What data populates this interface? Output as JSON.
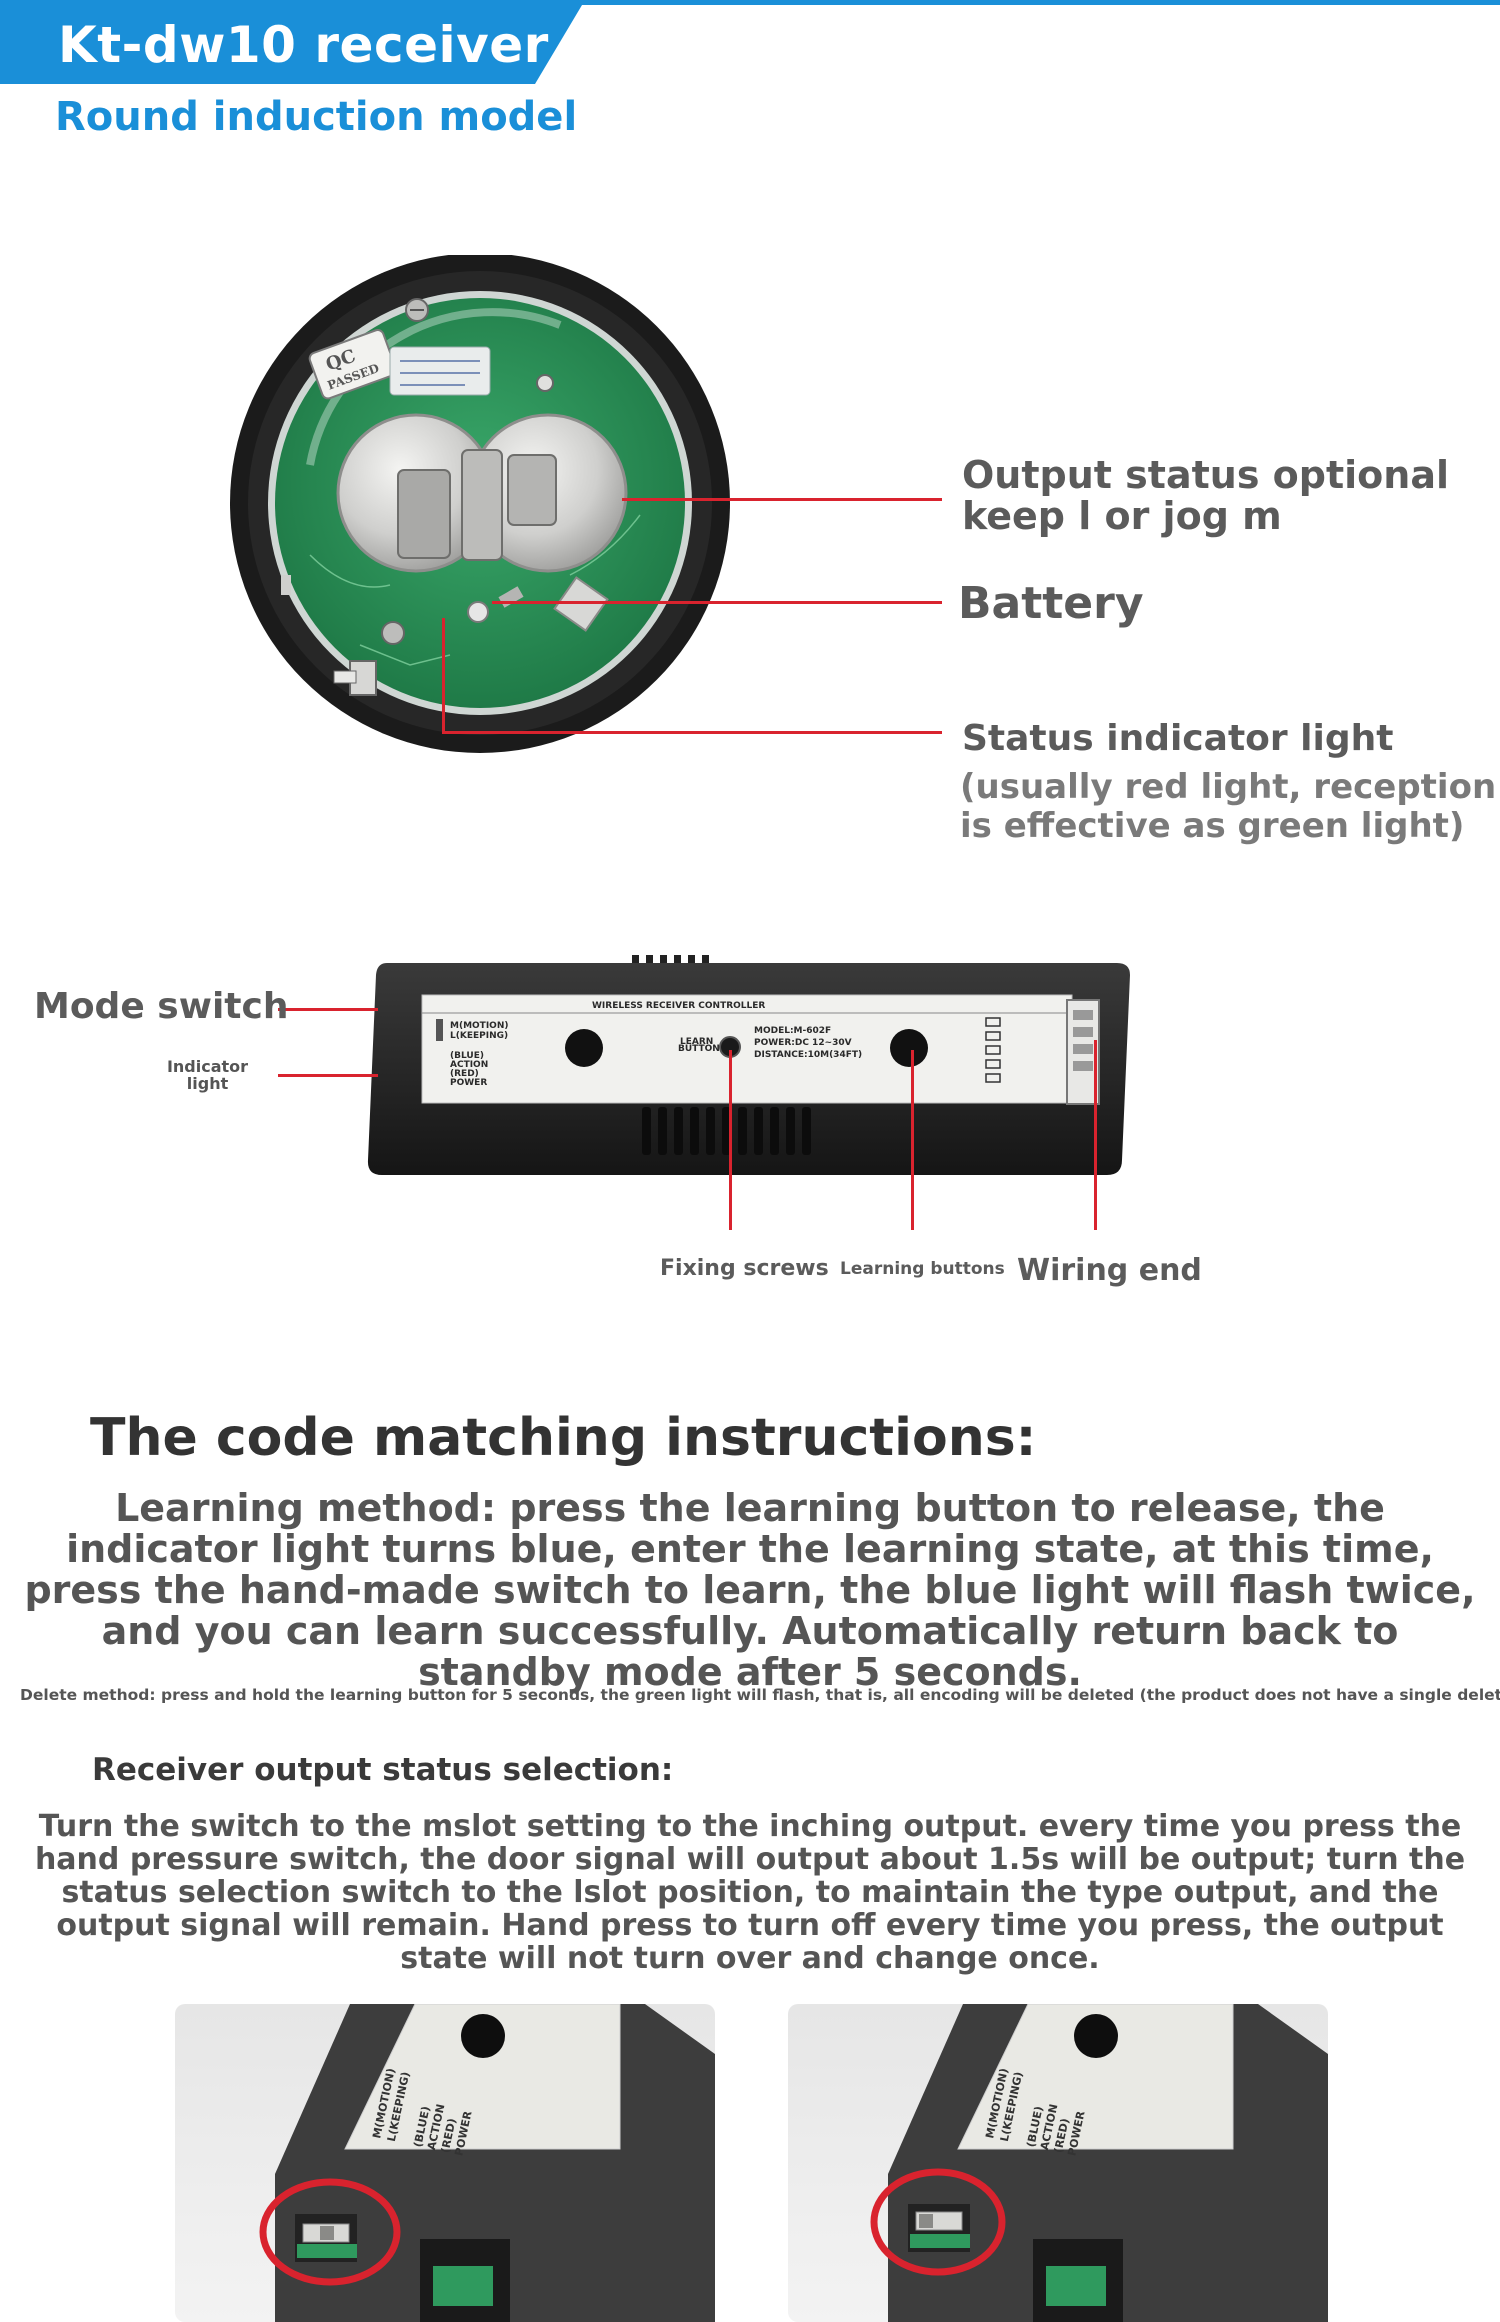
{
  "header": {
    "title": "Kt-dw10 receiver",
    "subtitle": "Round induction model"
  },
  "round_receiver": {
    "qc_stamp": [
      "QC",
      "PASSED"
    ],
    "labels": {
      "output_status_line1": "Output status optional",
      "output_status_line2": "keep l or jog m",
      "battery": "Battery",
      "status_indicator": "Status indicator light",
      "status_note_line1": "(usually red light, reception",
      "status_note_line2": "is effective as green light)"
    }
  },
  "controller": {
    "panel_title": "WIRELESS RECEIVER CONTROLLER",
    "panel_left_lines": [
      "M(MOTION)",
      "L(KEEPING)",
      "(BLUE)",
      "ACTION",
      "(RED)",
      "POWER"
    ],
    "learn_label": [
      "LEARN",
      "BUTTON"
    ],
    "spec_lines": [
      "MODEL:M-602F",
      "POWER:DC 12~30V",
      "DISTANCE:10M(34FT)"
    ],
    "labels": {
      "mode_switch": "Mode switch",
      "indicator_light": "Indicator\nlight",
      "fixing_screws": "Fixing screws",
      "learning_buttons": "Learning buttons",
      "wiring_end": "Wiring end"
    }
  },
  "instructions": {
    "title": "The code matching instructions:",
    "learning": "Learning method: press the learning button to release, the indicator light turns blue, enter the learning state, at this time, press the hand-made switch to learn, the blue light will flash twice, and you can learn successfully. Automatically return back to standby mode after 5 seconds.",
    "delete": "Delete method: press and hold the learning button for 5 seconds, the green light will flash, that is, all encoding will be deleted (the product does not have a single deletion).",
    "receiver_title": "Receiver output status selection:",
    "output": "Turn the switch to the mslot setting to the inching output. every time you press the hand pressure switch, the door signal will output about 1.5s will be output; turn the status selection switch to the lslot position, to maintain the type output, and the output signal will remain. Hand press to turn off every time you press, the output state will not turn over and change once."
  },
  "photos": {
    "sticker_lines": [
      "M(MOTION)",
      "L(KEEPING)",
      "(BLUE)",
      "ACTION",
      "(RED)",
      "POWER"
    ]
  },
  "colors": {
    "accent_blue": "#1a8fd8",
    "callout_red": "#d9232e",
    "pcb_green": "#2f9a5e"
  }
}
